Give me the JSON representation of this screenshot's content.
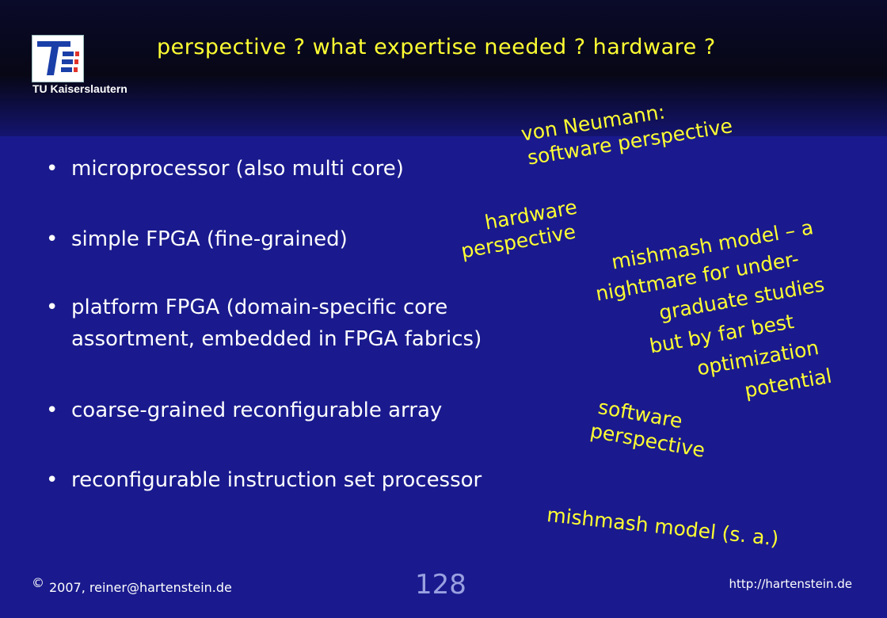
{
  "header": {
    "logo_caption": "TU Kaiserslautern",
    "title": "perspective ?  what expertise needed ? hardware ?"
  },
  "bullets": [
    {
      "marker": "•",
      "text": "microprocessor (also multi core)"
    },
    {
      "marker": "•",
      "text": "simple FPGA (fine-grained)"
    },
    {
      "marker": "•",
      "text": "platform FPGA (domain-specific core"
    },
    {
      "marker": "",
      "text": "assortment, embedded in FPGA fabrics)"
    },
    {
      "marker": "•",
      "text": "coarse-grained reconfigurable array"
    },
    {
      "marker": "•",
      "text": "reconfigurable instruction set processor"
    }
  ],
  "annotations": {
    "von_neumann_1": "von Neumann:",
    "von_neumann_2": "software perspective",
    "hardware_1": "hardware",
    "hardware_2": "perspective",
    "mishmash_1": "mishmash model – a",
    "mishmash_2": "nightmare for under-",
    "mishmash_3": "graduate studies",
    "best_1": "but by far best",
    "best_2": "optimization",
    "best_3": "potential",
    "software_1": "software",
    "software_2": "perspective",
    "mishmash_sa": "mishmash model (s. a.)"
  },
  "footer": {
    "copyright_symbol": "©",
    "left_text": "2007, reiner@hartenstein.de",
    "page_number": "128",
    "right_text": "http://hartenstein.de"
  },
  "colors": {
    "background": "#1a1a8e",
    "accent_yellow": "#ffff33",
    "logo_blue": "#1a3fa8",
    "logo_red": "#e0322a"
  }
}
